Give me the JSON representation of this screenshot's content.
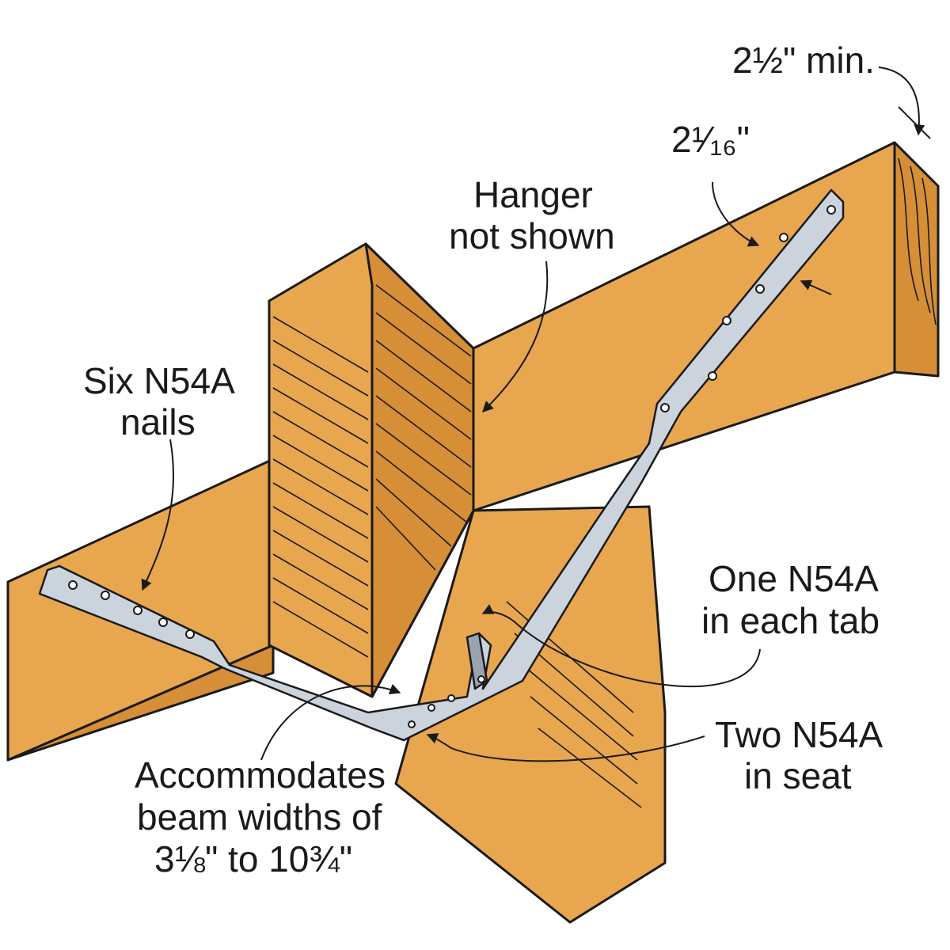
{
  "callouts": {
    "min_top_l1": "2½\" min.",
    "strap_width": "2¹⁄₁₆\"",
    "hanger_line1": "Hanger",
    "hanger_line2": "not shown",
    "six_nails_line1": "Six N54A",
    "six_nails_line2": "nails",
    "one_tab_line1": "One N54A",
    "one_tab_line2": "in each tab",
    "two_seat_line1": "Two N54A",
    "two_seat_line2": "in seat",
    "accom_line1": "Accommodates",
    "accom_line2": "beam widths of",
    "accom_line3": "3⅛\" to 10¾\""
  },
  "colors": {
    "wood": "#e8a64f",
    "wood_shadow": "#d68f37",
    "steel": "#cbd3dc",
    "steel_shadow": "#9aa4b0",
    "ink": "#1a1a1a"
  }
}
